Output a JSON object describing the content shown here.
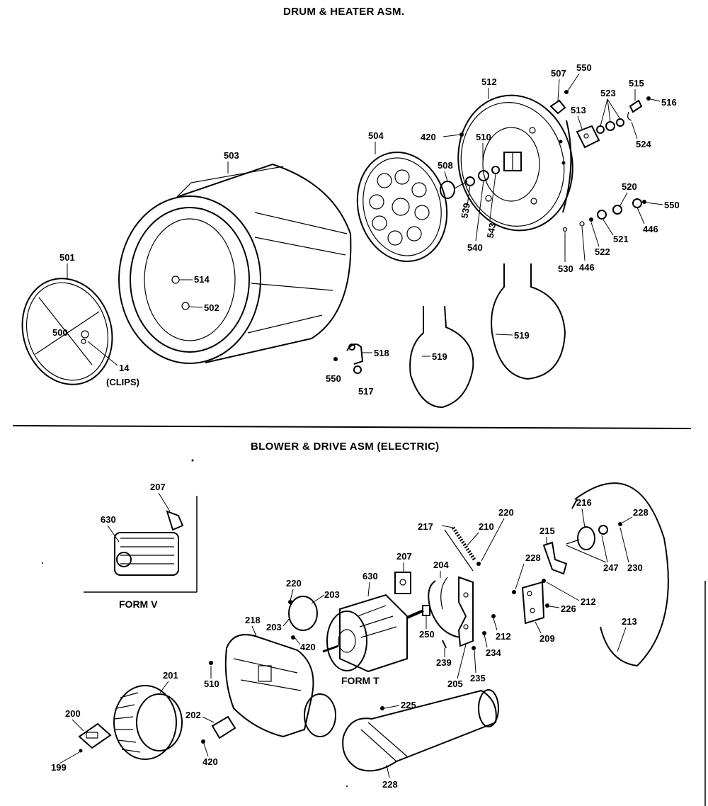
{
  "sections": {
    "drum": {
      "title": "DRUM & HEATER ASM."
    },
    "blower": {
      "title": "BLOWER & DRIVE ASM (ELECTRIC)"
    }
  },
  "drum_labels": {
    "l501": "501",
    "l500": "500",
    "l14": "14",
    "l14b": "(CLIPS)",
    "l503": "503",
    "l514": "514",
    "l502": "502",
    "l504": "504",
    "l508": "508",
    "l539": "539",
    "l540": "540",
    "l543": "543",
    "l420": "420",
    "l510": "510",
    "l512": "512",
    "l507": "507",
    "l550a": "550",
    "l513": "513",
    "l523": "523",
    "l515": "515",
    "l516": "516",
    "l524": "524",
    "l520": "520",
    "l550b": "550",
    "l521": "521",
    "l446a": "446",
    "l522": "522",
    "l530": "530",
    "l446b": "446",
    "l518": "518",
    "l550c": "550",
    "l517": "517",
    "l519a": "519",
    "l519b": "519"
  },
  "blower_labels": {
    "l207a": "207",
    "l630a": "630",
    "formv": "FORM V",
    "l220a": "220",
    "l203a": "203",
    "l203b": "203",
    "l420a": "420",
    "l630b": "630",
    "l207b": "207",
    "l204": "204",
    "l217": "217",
    "l210": "210",
    "l220b": "220",
    "l250": "250",
    "l212a": "212",
    "l234": "234",
    "l239": "239",
    "l235": "235",
    "l205": "205",
    "formt": "FORM T",
    "l218": "218",
    "l510": "510",
    "l215": "215",
    "l216": "216",
    "l228a": "228",
    "l228b": "228",
    "l247": "247",
    "l230": "230",
    "l212b": "212",
    "l226": "226",
    "l209": "209",
    "l213": "213",
    "l201": "201",
    "l200": "200",
    "l199": "199",
    "l202": "202",
    "l420b": "420",
    "l225": "225",
    "l228c": "228"
  }
}
